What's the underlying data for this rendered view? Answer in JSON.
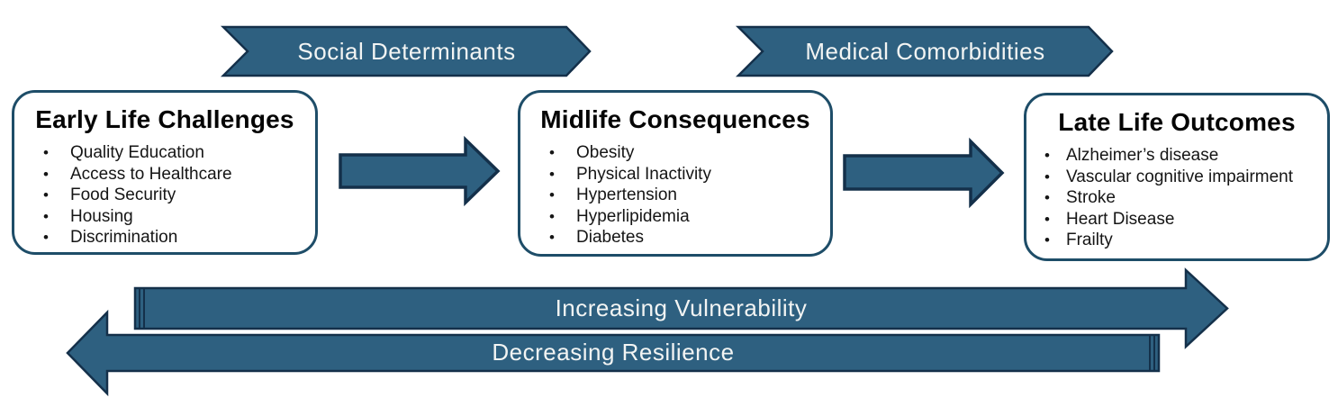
{
  "colors": {
    "arrow_fill": "#2E6080",
    "arrow_border": "#14304A",
    "box_border": "#1E4D68",
    "arrow_label_text": "#F2F4F3",
    "body_text": "#0D0D0D",
    "bg": "#FFFFFF"
  },
  "top_arrows": {
    "social": {
      "label": "Social Determinants",
      "shape": "chevron-right"
    },
    "medical": {
      "label": "Medical Comorbidities",
      "shape": "chevron-right"
    }
  },
  "boxes": {
    "early": {
      "title": "Early Life Challenges",
      "items": [
        "Quality Education",
        "Access to Healthcare",
        "Food Security",
        "Housing",
        "Discrimination"
      ]
    },
    "midlife": {
      "title": "Midlife Consequences",
      "items": [
        "Obesity",
        "Physical Inactivity",
        "Hypertension",
        "Hyperlipidemia",
        "Diabetes"
      ]
    },
    "late": {
      "title": "Late Life Outcomes",
      "items": [
        "Alzheimer’s disease",
        "Vascular cognitive impairment",
        "Stroke",
        "Heart Disease",
        "Frailty"
      ]
    }
  },
  "bottom_arrows": {
    "vulnerability": {
      "label": "Increasing Vulnerability",
      "direction": "right"
    },
    "resilience": {
      "label": "Decreasing Resilience",
      "direction": "left"
    }
  }
}
